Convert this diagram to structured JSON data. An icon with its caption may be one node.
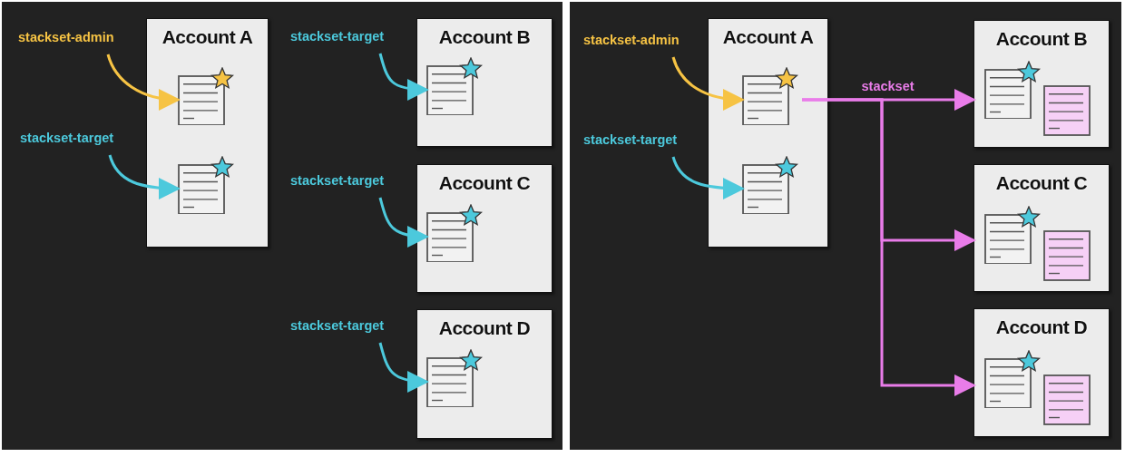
{
  "diagram": {
    "nodes": [
      {
        "text": [
          "Account A"
        ]
      },
      {
        "text": [],
        "shape": "picture",
        "in": 0
      },
      {
        "text": [],
        "shape": "picture",
        "in": 0
      },
      {
        "text": [
          "stackset-admin"
        ]
      },
      {
        "text": [
          "stackset-target"
        ]
      },
      {
        "text": [
          "Account B"
        ]
      },
      {
        "text": [],
        "shape": "picture",
        "in": 5
      },
      {
        "text": [
          "stackset-target"
        ]
      },
      {
        "text": [
          "Account C"
        ]
      },
      {
        "text": [],
        "shape": "picture",
        "in": 8
      },
      {
        "text": [
          "stackset-target"
        ]
      },
      {
        "text": [
          "Account D"
        ]
      },
      {
        "text": [],
        "shape": "picture",
        "in": 11
      },
      {
        "text": [
          "stackset-target"
        ]
      },
      {
        "text": [
          "Account A"
        ]
      },
      {
        "text": [],
        "shape": "picture",
        "in": 14
      },
      {
        "text": [],
        "shape": "picture",
        "in": 14
      },
      {
        "text": [
          "stackset-admin"
        ]
      },
      {
        "text": [
          "stackset-target"
        ]
      },
      {
        "text": [
          "Account B"
        ]
      },
      {
        "text": [],
        "shape": "picture",
        "in": 19
      },
      {
        "text": [],
        "shape": "picture",
        "in": 19
      },
      {
        "text": [
          "Account C"
        ]
      },
      {
        "text": [],
        "shape": "picture",
        "in": 22
      },
      {
        "text": [],
        "shape": "picture",
        "in": 22
      },
      {
        "text": [
          "Account D"
        ]
      },
      {
        "text": [],
        "shape": "picture",
        "in": 25
      },
      {
        "text": [],
        "shape": "picture",
        "in": 25
      }
    ],
    "edges": [
      {
        "from": 3,
        "to": 1,
        "arrow": "to",
        "color": "#f6c344"
      },
      {
        "from": 4,
        "to": 2,
        "arrow": "to"
      },
      {
        "from": 7,
        "to": 6,
        "arrow": "to"
      },
      {
        "from": 10,
        "to": 9,
        "arrow": "to"
      },
      {
        "from": 13,
        "to": 12,
        "arrow": "to"
      },
      {
        "from": 17,
        "to": 15,
        "arrow": "to",
        "color": "#f6c344"
      },
      {
        "from": 18,
        "to": 16,
        "arrow": "to"
      },
      {
        "from": 15,
        "to": 19,
        "arrow": "to",
        "label": "stackset",
        "color": "#e97ce9"
      },
      {
        "from": 15,
        "to": 22,
        "arrow": "to",
        "color": "#e97ce9"
      },
      {
        "from": 15,
        "to": 25,
        "arrow": "to",
        "color": "#e97ce9"
      }
    ]
  }
}
